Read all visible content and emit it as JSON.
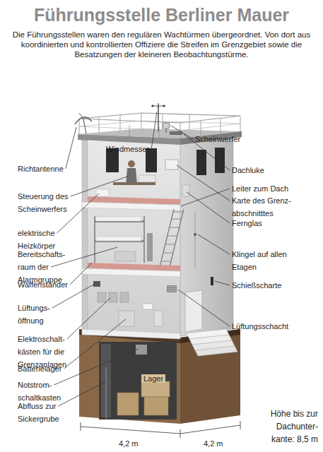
{
  "diagram": {
    "title": "Führungsstelle Berliner Mauer",
    "caption": "Die Führungsstellen waren den regulären Wachtürmen übergeordnet. Von dort aus koordinierten und kontrollierten Offiziere die Streifen im Grenzgebiet sowie die Besatzungen der kleineren Beobachtungstürme.",
    "labels": [
      "Windmesser",
      "Scheinwerfer",
      "Richtantenne",
      "Dachluke",
      "Steuerung des Scheinwerfers",
      "Leiter zum Dach",
      "Karte des Grenz- abschnitttes",
      "Fernglas",
      "elektrische Heizkörper",
      "Bereitschafts- raum der Alarmgruppe",
      "Klingel auf allen Etagen",
      "Waffenständer",
      "Schießscharte",
      "Lüftungs- öffnung",
      "Lüftungsschacht",
      "Elektroschalt- kästen für die Grenzanlagen",
      "Batterielager",
      "Notstrom- schaltkasten",
      "Abfluss zur Sickergrube",
      "Lager",
      "4,2 m",
      "4,2 m",
      "Höhe bis zur Dachunter- kante: 8,5 m"
    ]
  }
}
